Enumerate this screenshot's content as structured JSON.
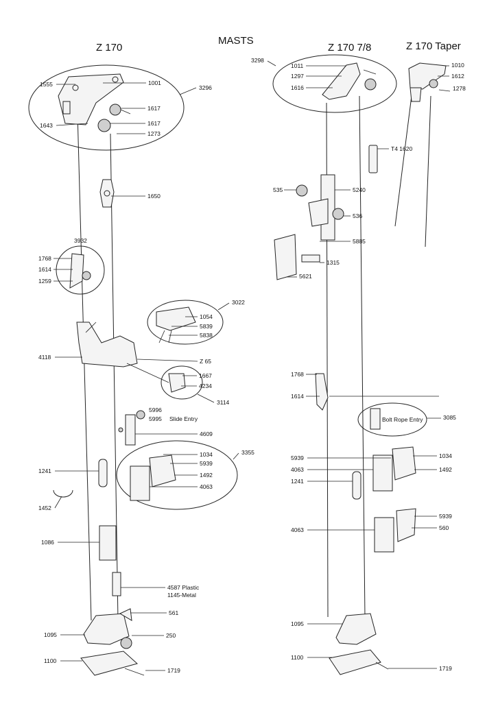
{
  "titles": {
    "main": "MASTS",
    "left": "Z 170",
    "middle": "Z 170 7/8",
    "right": "Z 170 Taper"
  },
  "parts_left": {
    "p1555": "1555",
    "p1001": "1001",
    "p3296": "3296",
    "p1617a": "1617",
    "p1643": "1643",
    "p1617b": "1617",
    "p1273": "1273",
    "p1650": "1650",
    "p3932": "3932",
    "p1768": "1768",
    "p1614": "1614",
    "p1259": "1259",
    "p3022": "3022",
    "p1054": "1054",
    "p5839a": "5839",
    "p5838": "5838",
    "p4118": "4118",
    "pZ65": "Z 65",
    "p1667": "1667",
    "p4234": "4234",
    "p3114": "3114",
    "p5996": "5996",
    "p5995": "5995",
    "slide_entry": "Slide Entry",
    "p4609": "4609",
    "p3355": "3355",
    "p1034": "1034",
    "p5939": "5939",
    "p1241": "1241",
    "p1492": "1492",
    "p4063": "4063",
    "p1452": "1452",
    "p1086": "1086",
    "p4587": "4587 Plastic",
    "p1145": "1145-Metal",
    "p561": "561",
    "p1095": "1095",
    "p250": "250",
    "p1100": "1100",
    "p1719": "1719"
  },
  "parts_middle": {
    "p3298": "3298",
    "p1011": "1011",
    "p1297": "1297",
    "p1616": "1616",
    "pT4": "T4 1620",
    "p535": "535",
    "p5240": "5240",
    "p536": "536",
    "p5885": "5885",
    "p1315": "1315",
    "p5621": "5621",
    "p1768": "1768",
    "p1614": "1614",
    "bolt_rope": "Bolt Rope Entry",
    "p3085": "3085",
    "p5939a": "5939",
    "p1034": "1034",
    "p4063a": "4063",
    "p1492": "1492",
    "p1241": "1241",
    "p5939b": "5939",
    "p4063b": "4063",
    "p560": "560",
    "p1095": "1095",
    "p1100": "1100",
    "p1719": "1719"
  },
  "parts_right": {
    "p1010": "1010",
    "p1612": "1612",
    "p1278": "1278"
  }
}
